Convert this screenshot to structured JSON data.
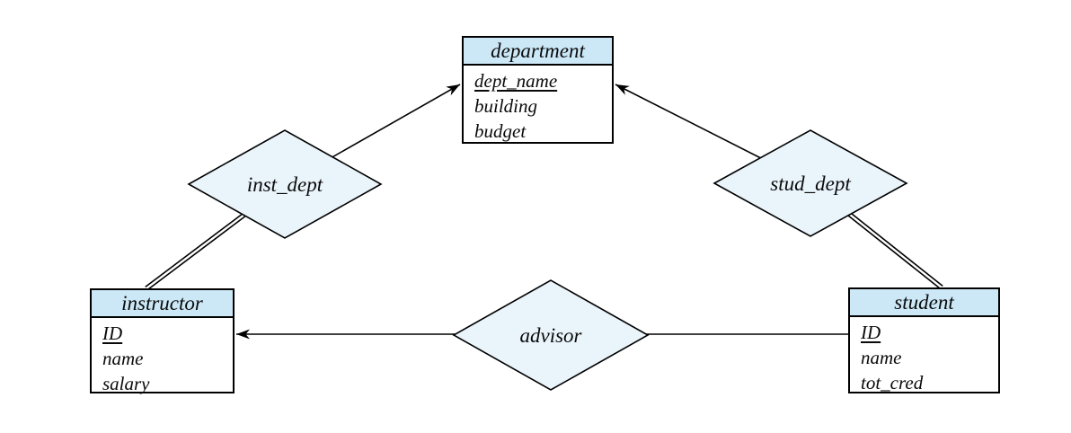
{
  "colors": {
    "entity_header_fill": "#cce8f7",
    "diamond_fill": "#e9f4fb",
    "box_border": "#000000",
    "line_color": "#000000",
    "text_color": "#0a0a0a"
  },
  "entities": {
    "department": {
      "name": "department",
      "pk": "dept_name",
      "attrs": [
        "building",
        "budget"
      ]
    },
    "instructor": {
      "name": "instructor",
      "pk": "ID",
      "attrs": [
        "name",
        "salary"
      ]
    },
    "student": {
      "name": "student",
      "pk": "ID",
      "attrs": [
        "name",
        "tot_cred"
      ]
    }
  },
  "relationships": {
    "inst_dept": {
      "name": "inst_dept"
    },
    "stud_dept": {
      "name": "stud_dept"
    },
    "advisor": {
      "name": "advisor"
    }
  },
  "edges": [
    {
      "from": "inst_dept",
      "to": "department",
      "style": "arrow"
    },
    {
      "from": "stud_dept",
      "to": "department",
      "style": "arrow"
    },
    {
      "from": "instructor",
      "to": "inst_dept",
      "style": "double-line"
    },
    {
      "from": "student",
      "to": "stud_dept",
      "style": "double-line"
    },
    {
      "from": "advisor",
      "to": "instructor",
      "style": "arrow"
    },
    {
      "from": "advisor",
      "to": "student",
      "style": "line"
    }
  ]
}
